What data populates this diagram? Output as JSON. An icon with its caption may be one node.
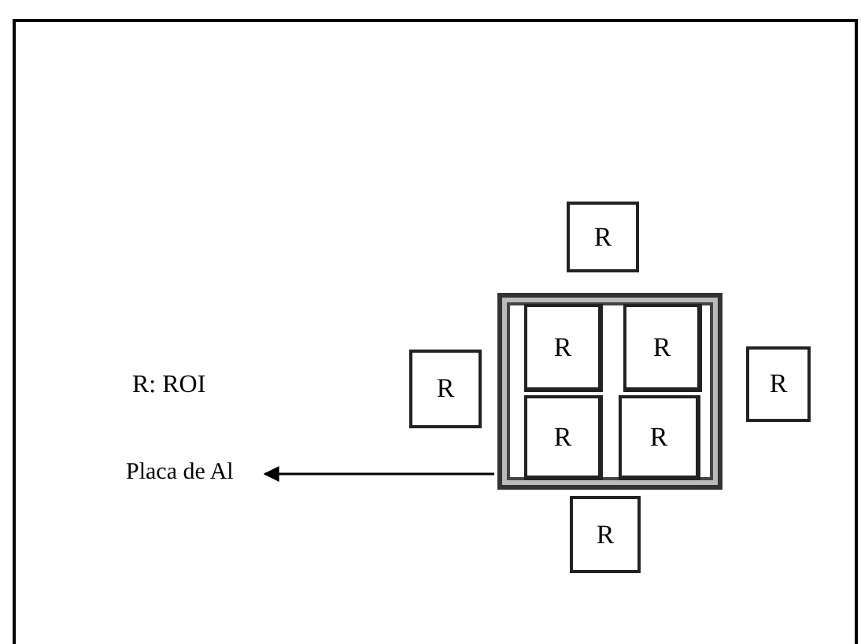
{
  "diagram": {
    "nodes": [
      {
        "text": [
          "R"
        ]
      },
      {
        "text": [],
        "shape": "box"
      },
      {
        "text": [
          "R"
        ],
        "in": 1
      },
      {
        "text": [
          "R"
        ],
        "in": 1
      },
      {
        "text": [
          "R"
        ],
        "in": 1
      },
      {
        "text": [
          "R"
        ],
        "in": 1
      },
      {
        "text": [
          "R"
        ]
      },
      {
        "text": [
          "R"
        ]
      },
      {
        "text": [
          "Placa de Al"
        ]
      },
      {
        "text": [
          "R"
        ]
      }
    ],
    "edges": [
      {
        "from": 1,
        "to": 8,
        "arrow": "to"
      }
    ],
    "labels": [
      "R: ROI"
    ]
  }
}
